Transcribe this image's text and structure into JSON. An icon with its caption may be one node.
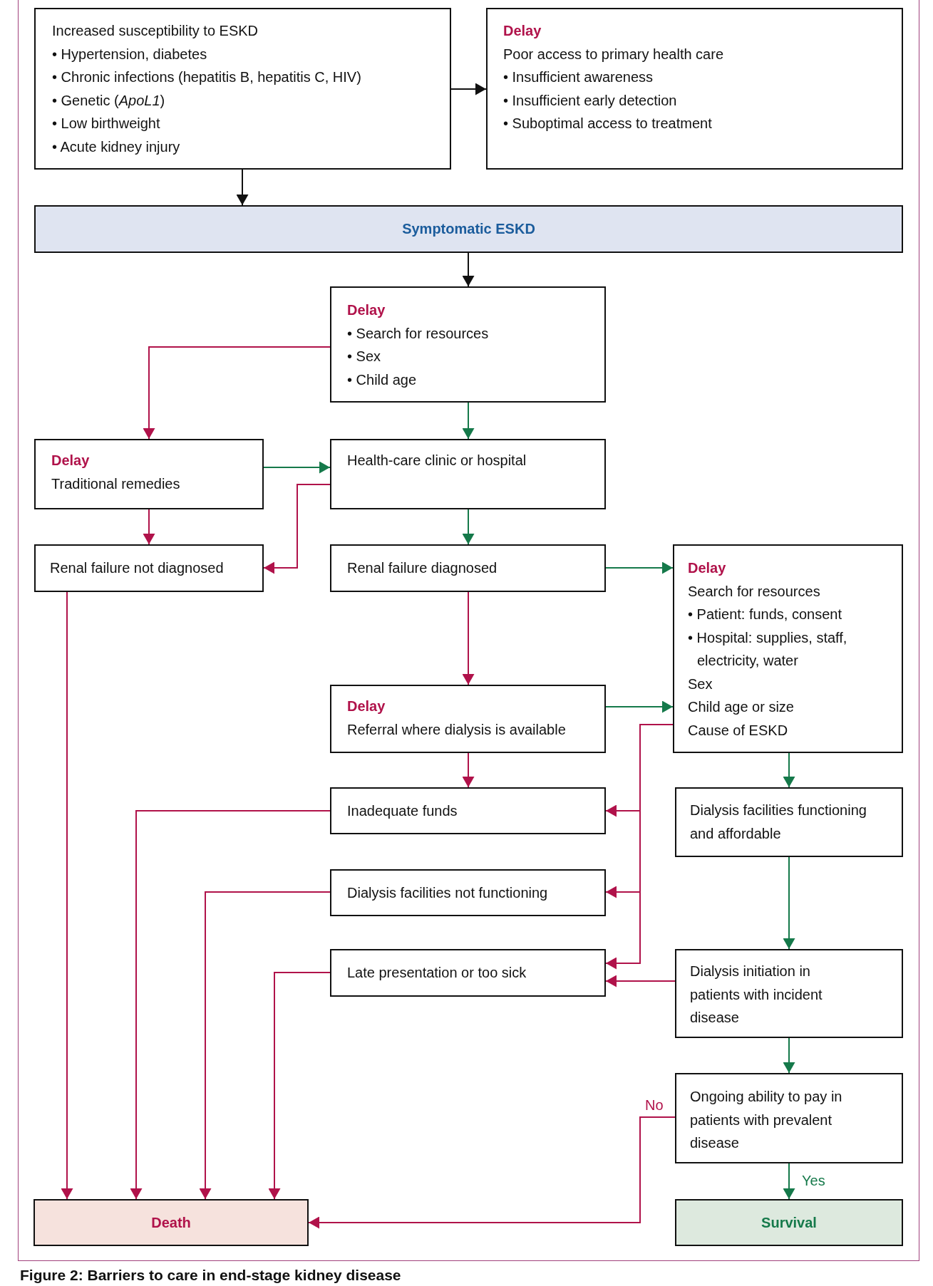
{
  "diagram": {
    "caption": "Figure 2: Barriers to care in end-stage kidney disease",
    "nodes": [
      {
        "text": [
          "Increased susceptibility to ESKD",
          "• Hypertension, diabetes",
          "• Chronic infections (hepatitis B, hepatitis C, HIV)",
          "• Genetic (*ApoL1*)",
          "• Low birthweight",
          "• Acute kidney injury"
        ]
      },
      {
        "text": [
          "Delay",
          "Poor access to primary health care",
          "• Insufficient awareness",
          "• Insufficient early detection",
          "• Suboptimal access to treatment"
        ]
      },
      {
        "text": [
          "Symptomatic ESKD"
        ]
      },
      {
        "text": [
          "Delay",
          "• Search for resources",
          "• Sex",
          "• Child age"
        ]
      },
      {
        "text": [
          "Delay",
          "Traditional remedies"
        ]
      },
      {
        "text": [
          "Health-care clinic or hospital"
        ]
      },
      {
        "text": [
          "Renal failure not diagnosed"
        ]
      },
      {
        "text": [
          "Renal failure diagnosed"
        ]
      },
      {
        "text": [
          "Delay",
          "Search for resources",
          "• Patient: funds, consent",
          "• Hospital: supplies, staff, electricity, water",
          "Sex",
          "Child age or size",
          "Cause of ESKD"
        ]
      },
      {
        "text": [
          "Delay",
          "Referral where dialysis is available"
        ]
      },
      {
        "text": [
          "Inadequate funds"
        ]
      },
      {
        "text": [
          "Dialysis facilities functioning and affordable"
        ]
      },
      {
        "text": [
          "Dialysis facilities not functioning"
        ]
      },
      {
        "text": [
          "Late presentation or too sick"
        ]
      },
      {
        "text": [
          "Dialysis initiation in patients with incident disease"
        ]
      },
      {
        "text": [
          "Ongoing ability to pay in patients with prevalent disease"
        ]
      },
      {
        "text": [
          "Death"
        ]
      },
      {
        "text": [
          "Survival"
        ]
      }
    ],
    "edges": [
      {
        "from": 0,
        "to": 1,
        "arrow": "to",
        "color": "#111111"
      },
      {
        "from": 0,
        "to": 2,
        "arrow": "to",
        "color": "#111111"
      },
      {
        "from": 2,
        "to": 3,
        "arrow": "to",
        "color": "#111111"
      },
      {
        "from": 3,
        "to": 4,
        "arrow": "to"
      },
      {
        "from": 3,
        "to": 5,
        "arrow": "to",
        "color": "#15794a"
      },
      {
        "from": 4,
        "to": 5,
        "arrow": "to",
        "color": "#15794a"
      },
      {
        "from": 4,
        "to": 6,
        "arrow": "to"
      },
      {
        "from": 5,
        "to": 6,
        "arrow": "to"
      },
      {
        "from": 5,
        "to": 7,
        "arrow": "to",
        "color": "#15794a"
      },
      {
        "from": 7,
        "to": 8,
        "arrow": "to",
        "color": "#15794a"
      },
      {
        "from": 7,
        "to": 9,
        "arrow": "to"
      },
      {
        "from": 9,
        "to": 8,
        "arrow": "to",
        "color": "#15794a"
      },
      {
        "from": 9,
        "to": 10,
        "arrow": "to"
      },
      {
        "from": 8,
        "to": 11,
        "arrow": "to",
        "color": "#15794a"
      },
      {
        "from": 8,
        "to": 10,
        "arrow": "to"
      },
      {
        "from": 8,
        "to": 12,
        "arrow": "to"
      },
      {
        "from": 8,
        "to": 13,
        "arrow": "to"
      },
      {
        "from": 6,
        "to": 16,
        "arrow": "to"
      },
      {
        "from": 10,
        "to": 16,
        "arrow": "to"
      },
      {
        "from": 12,
        "to": 16,
        "arrow": "to"
      },
      {
        "from": 13,
        "to": 16,
        "arrow": "to"
      },
      {
        "from": 11,
        "to": 14,
        "arrow": "to",
        "color": "#15794a"
      },
      {
        "from": 14,
        "to": 13,
        "arrow": "to"
      },
      {
        "from": 14,
        "to": 15,
        "arrow": "to",
        "color": "#15794a"
      },
      {
        "from": 15,
        "to": 17,
        "arrow": "to",
        "label": "Yes",
        "color": "#15794a"
      },
      {
        "from": 15,
        "to": 16,
        "arrow": "to",
        "label": "No"
      }
    ]
  }
}
